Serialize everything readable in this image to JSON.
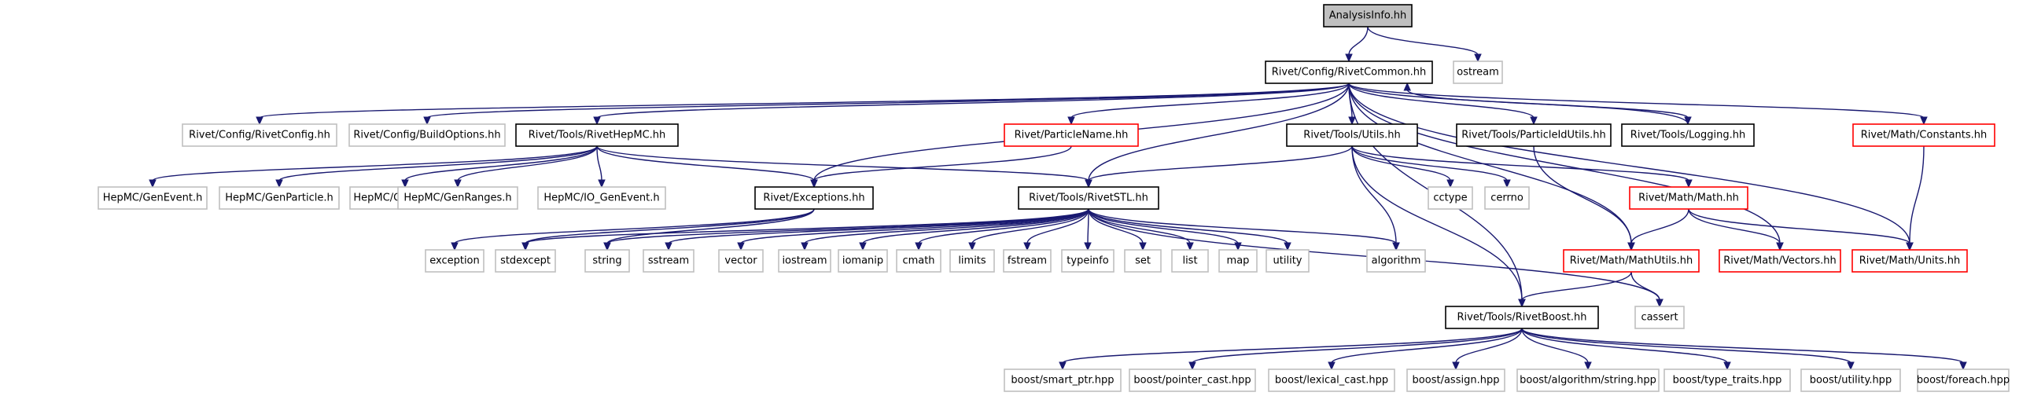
{
  "title": "AnalysisInfo.hh",
  "colors": {
    "edge": "#191970",
    "border_internal": "#000000",
    "border_system": "#bfbfbf",
    "border_truncated": "#ff0000",
    "fill_root": "#bfbfbf",
    "fill_default": "#ffffff"
  },
  "nodes": [
    {
      "id": "analysisinfo",
      "label": "AnalysisInfo.hh",
      "kind": "root"
    },
    {
      "id": "ostream",
      "label": "ostream",
      "kind": "system"
    },
    {
      "id": "rivetcommon",
      "label": "Rivet/Config/RivetCommon.hh",
      "kind": "internal"
    },
    {
      "id": "rivetconfig",
      "label": "Rivet/Config/RivetConfig.hh",
      "kind": "system"
    },
    {
      "id": "buildoptions",
      "label": "Rivet/Config/BuildOptions.hh",
      "kind": "system"
    },
    {
      "id": "rivethepmc",
      "label": "Rivet/Tools/RivetHepMC.hh",
      "kind": "internal"
    },
    {
      "id": "particlename",
      "label": "Rivet/ParticleName.hh",
      "kind": "truncated"
    },
    {
      "id": "utils",
      "label": "Rivet/Tools/Utils.hh",
      "kind": "internal"
    },
    {
      "id": "particleidutils",
      "label": "Rivet/Tools/ParticleIdUtils.hh",
      "kind": "internal"
    },
    {
      "id": "logging",
      "label": "Rivet/Tools/Logging.hh",
      "kind": "internal"
    },
    {
      "id": "constants",
      "label": "Rivet/Math/Constants.hh",
      "kind": "truncated"
    },
    {
      "id": "genevent",
      "label": "HepMC/GenEvent.h",
      "kind": "system"
    },
    {
      "id": "genparticle",
      "label": "HepMC/GenParticle.h",
      "kind": "system"
    },
    {
      "id": "genvertex",
      "label": "HepMC/GenVertex.h",
      "kind": "system"
    },
    {
      "id": "genranges",
      "label": "HepMC/GenRanges.h",
      "kind": "system"
    },
    {
      "id": "iogenevent",
      "label": "HepMC/IO_GenEvent.h",
      "kind": "system"
    },
    {
      "id": "exceptions",
      "label": "Rivet/Exceptions.hh",
      "kind": "internal"
    },
    {
      "id": "rivetstl",
      "label": "Rivet/Tools/RivetSTL.hh",
      "kind": "internal"
    },
    {
      "id": "cctype",
      "label": "cctype",
      "kind": "system"
    },
    {
      "id": "cerrno",
      "label": "cerrno",
      "kind": "system"
    },
    {
      "id": "mathhh",
      "label": "Rivet/Math/Math.hh",
      "kind": "truncated"
    },
    {
      "id": "exception",
      "label": "exception",
      "kind": "system"
    },
    {
      "id": "stdexcept",
      "label": "stdexcept",
      "kind": "system"
    },
    {
      "id": "string",
      "label": "string",
      "kind": "system"
    },
    {
      "id": "sstream",
      "label": "sstream",
      "kind": "system"
    },
    {
      "id": "vector",
      "label": "vector",
      "kind": "system"
    },
    {
      "id": "iostream",
      "label": "iostream",
      "kind": "system"
    },
    {
      "id": "iomanip",
      "label": "iomanip",
      "kind": "system"
    },
    {
      "id": "cmath",
      "label": "cmath",
      "kind": "system"
    },
    {
      "id": "limits",
      "label": "limits",
      "kind": "system"
    },
    {
      "id": "fstream",
      "label": "fstream",
      "kind": "system"
    },
    {
      "id": "typeinfo",
      "label": "typeinfo",
      "kind": "system"
    },
    {
      "id": "set",
      "label": "set",
      "kind": "system"
    },
    {
      "id": "list",
      "label": "list",
      "kind": "system"
    },
    {
      "id": "map",
      "label": "map",
      "kind": "system"
    },
    {
      "id": "utility",
      "label": "utility",
      "kind": "system"
    },
    {
      "id": "algorithm",
      "label": "algorithm",
      "kind": "system"
    },
    {
      "id": "mathutils",
      "label": "Rivet/Math/MathUtils.hh",
      "kind": "truncated"
    },
    {
      "id": "vectors",
      "label": "Rivet/Math/Vectors.hh",
      "kind": "truncated"
    },
    {
      "id": "units",
      "label": "Rivet/Math/Units.hh",
      "kind": "truncated"
    },
    {
      "id": "cassert",
      "label": "cassert",
      "kind": "system"
    },
    {
      "id": "rivetboost",
      "label": "Rivet/Tools/RivetBoost.hh",
      "kind": "internal"
    },
    {
      "id": "smartptr",
      "label": "boost/smart_ptr.hpp",
      "kind": "system"
    },
    {
      "id": "pointercast",
      "label": "boost/pointer_cast.hpp",
      "kind": "system"
    },
    {
      "id": "lexicalcast",
      "label": "boost/lexical_cast.hpp",
      "kind": "system"
    },
    {
      "id": "assign",
      "label": "boost/assign.hpp",
      "kind": "system"
    },
    {
      "id": "algostring",
      "label": "boost/algorithm/string.hpp",
      "kind": "system"
    },
    {
      "id": "typetraits",
      "label": "boost/type_traits.hpp",
      "kind": "system"
    },
    {
      "id": "boostutility",
      "label": "boost/utility.hpp",
      "kind": "system"
    },
    {
      "id": "foreach",
      "label": "boost/foreach.hpp",
      "kind": "system"
    }
  ],
  "edges": [
    [
      "analysisinfo",
      "rivetcommon"
    ],
    [
      "analysisinfo",
      "ostream"
    ],
    [
      "rivetcommon",
      "rivetconfig"
    ],
    [
      "rivetcommon",
      "buildoptions"
    ],
    [
      "rivetcommon",
      "rivethepmc"
    ],
    [
      "rivetcommon",
      "particlename"
    ],
    [
      "rivetcommon",
      "utils"
    ],
    [
      "rivetcommon",
      "particleidutils"
    ],
    [
      "rivetcommon",
      "logging"
    ],
    [
      "rivetcommon",
      "constants"
    ],
    [
      "rivetcommon",
      "exceptions"
    ],
    [
      "rivetcommon",
      "rivetstl"
    ],
    [
      "rivetcommon",
      "rivetboost"
    ],
    [
      "rivetcommon",
      "mathutils"
    ],
    [
      "rivetcommon",
      "vectors"
    ],
    [
      "rivetcommon",
      "units"
    ],
    [
      "rivethepmc",
      "genevent"
    ],
    [
      "rivethepmc",
      "genparticle"
    ],
    [
      "rivethepmc",
      "genvertex"
    ],
    [
      "rivethepmc",
      "genranges"
    ],
    [
      "rivethepmc",
      "iogenevent"
    ],
    [
      "rivethepmc",
      "exceptions"
    ],
    [
      "rivethepmc",
      "rivetstl"
    ],
    [
      "particlename",
      "exceptions"
    ],
    [
      "exceptions",
      "exception"
    ],
    [
      "exceptions",
      "stdexcept"
    ],
    [
      "exceptions",
      "string"
    ],
    [
      "utils",
      "rivetstl"
    ],
    [
      "utils",
      "cctype"
    ],
    [
      "utils",
      "cerrno"
    ],
    [
      "utils",
      "algorithm"
    ],
    [
      "utils",
      "mathhh"
    ],
    [
      "utils",
      "rivetboost"
    ],
    [
      "particleidutils",
      "mathutils"
    ],
    [
      "logging",
      "rivetcommon"
    ],
    [
      "constants",
      "units"
    ],
    [
      "rivetstl",
      "stdexcept"
    ],
    [
      "rivetstl",
      "string"
    ],
    [
      "rivetstl",
      "sstream"
    ],
    [
      "rivetstl",
      "vector"
    ],
    [
      "rivetstl",
      "iostream"
    ],
    [
      "rivetstl",
      "iomanip"
    ],
    [
      "rivetstl",
      "cmath"
    ],
    [
      "rivetstl",
      "limits"
    ],
    [
      "rivetstl",
      "fstream"
    ],
    [
      "rivetstl",
      "typeinfo"
    ],
    [
      "rivetstl",
      "set"
    ],
    [
      "rivetstl",
      "list"
    ],
    [
      "rivetstl",
      "map"
    ],
    [
      "rivetstl",
      "utility"
    ],
    [
      "rivetstl",
      "algorithm"
    ],
    [
      "rivetstl",
      "cassert"
    ],
    [
      "mathhh",
      "mathutils"
    ],
    [
      "mathhh",
      "vectors"
    ],
    [
      "mathhh",
      "units"
    ],
    [
      "mathutils",
      "cassert"
    ],
    [
      "mathutils",
      "rivetboost"
    ],
    [
      "rivetboost",
      "smartptr"
    ],
    [
      "rivetboost",
      "pointercast"
    ],
    [
      "rivetboost",
      "lexicalcast"
    ],
    [
      "rivetboost",
      "assign"
    ],
    [
      "rivetboost",
      "algostring"
    ],
    [
      "rivetboost",
      "typetraits"
    ],
    [
      "rivetboost",
      "boostutility"
    ],
    [
      "rivetboost",
      "foreach"
    ]
  ]
}
